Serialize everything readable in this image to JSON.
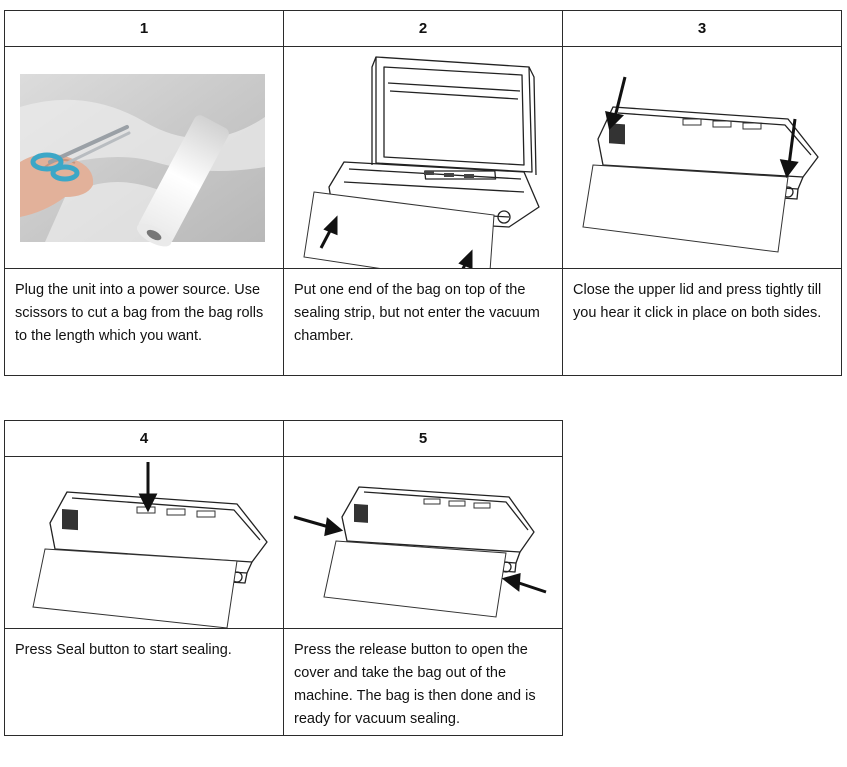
{
  "steps": [
    {
      "number": "1",
      "text": "Plug the unit into a power source. Use scissors to cut a bag from the bag rolls to the length which you want."
    },
    {
      "number": "2",
      "text": "Put one end of the bag on top of the sealing strip, but not enter the vacuum chamber."
    },
    {
      "number": "3",
      "text": "Close the upper lid and press tightly till you hear it click in place on both sides."
    },
    {
      "number": "4",
      "text": "Press Seal button to start sealing."
    },
    {
      "number": "5",
      "text": "Press the release button to open the cover and take the bag out of the machine. The bag is then done and is ready for vacuum sealing."
    }
  ]
}
